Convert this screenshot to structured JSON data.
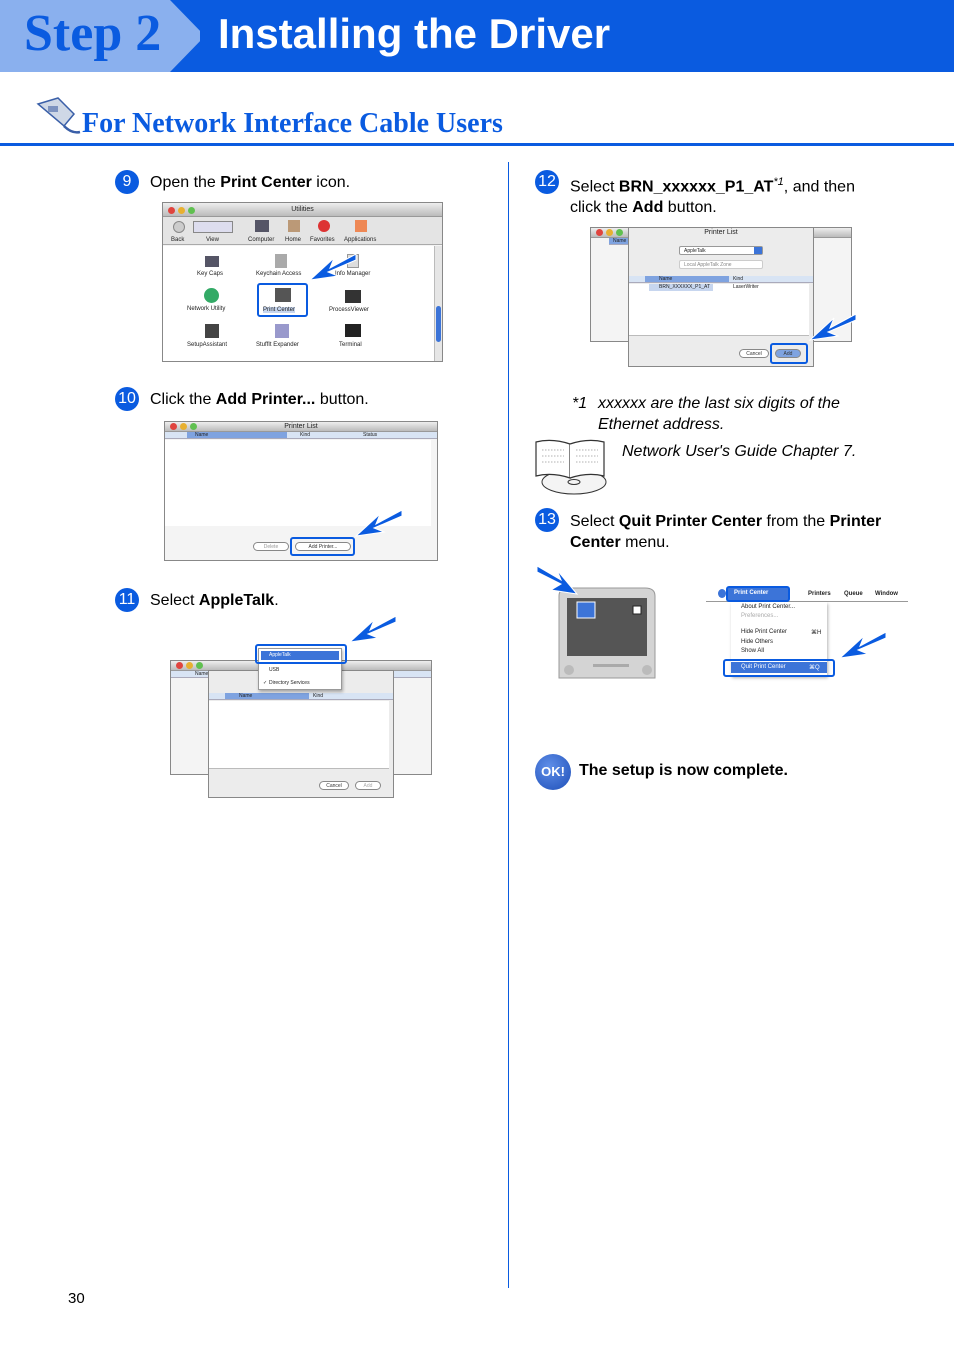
{
  "header": {
    "step": "Step 2",
    "title": "Installing the Driver"
  },
  "section": {
    "title": "For Network Interface Cable Users"
  },
  "steps": [
    {
      "num": "9",
      "pre": "Open the ",
      "bold": "Print Center",
      "post": " icon."
    },
    {
      "num": "10",
      "pre": "Click the ",
      "bold": "Add Printer...",
      "post": " button."
    },
    {
      "num": "11",
      "pre": "Select ",
      "bold": "AppleTalk",
      "post": "."
    },
    {
      "num": "12",
      "pre": "Select ",
      "bold": "BRN_xxxxxx_P1_AT",
      "sup": "*1",
      "post": ", and then",
      "line2_pre": "click the ",
      "line2_bold": "Add",
      "line2_post": " button."
    },
    {
      "num": "13",
      "pre": "Select ",
      "bold": "Quit Printer Center",
      "mid": " from the ",
      "bold2": "Printer",
      "line2_bold": "Center",
      "line2_post": " menu."
    }
  ],
  "footnote": {
    "mark": "*1",
    "line1": "xxxxxx are the last six digits of the",
    "line2": "Ethernet address."
  },
  "guide_ref": "Network User's Guide Chapter 7.",
  "ok": {
    "badge": "OK!",
    "text": "The setup is now complete."
  },
  "page_number": "30",
  "screens": {
    "utilities": {
      "title": "Utilities",
      "toolbar": [
        "Back",
        "View",
        "Computer",
        "Home",
        "Favorites",
        "Applications"
      ],
      "icons": [
        "Key Caps",
        "Keychain Access",
        "Info Manager",
        "Network Utility",
        "Print Center",
        "ProcessViewer",
        "SetupAssistant",
        "StuffIt Expander",
        "Terminal"
      ]
    },
    "printer_list": {
      "title": "Printer List",
      "cols": [
        "Name",
        "Kind",
        "Status"
      ],
      "delete": "Delete",
      "add_printer": "Add Printer..."
    },
    "appletalk": {
      "options": [
        "AppleTalk",
        "USB",
        "Directory Services"
      ],
      "cols": [
        "Name",
        "Kind"
      ],
      "cancel": "Cancel",
      "add": "Add",
      "name_col": "Name"
    },
    "select_printer": {
      "title": "Printer List",
      "popup": "AppleTalk",
      "zone": "Local AppleTalk Zone",
      "cols": [
        "Name",
        "Kind"
      ],
      "row_name": "BRN_XXXXXX_P1_AT",
      "row_kind": "LaserWriter",
      "cancel": "Cancel",
      "add": "Add",
      "side_col": "Name"
    },
    "menu": {
      "app": "Print Center",
      "menus": [
        "Printers",
        "Queue",
        "Window"
      ],
      "items": [
        "About Print Center...",
        "Preferences...",
        "Hide Print Center",
        "Hide Others",
        "Show All"
      ],
      "hide_key": "⌘H",
      "quit": "Quit Print Center",
      "quit_key": "⌘Q"
    }
  },
  "colors": {
    "accent": "#0a5be0",
    "header_light": "#8ab0ee"
  }
}
